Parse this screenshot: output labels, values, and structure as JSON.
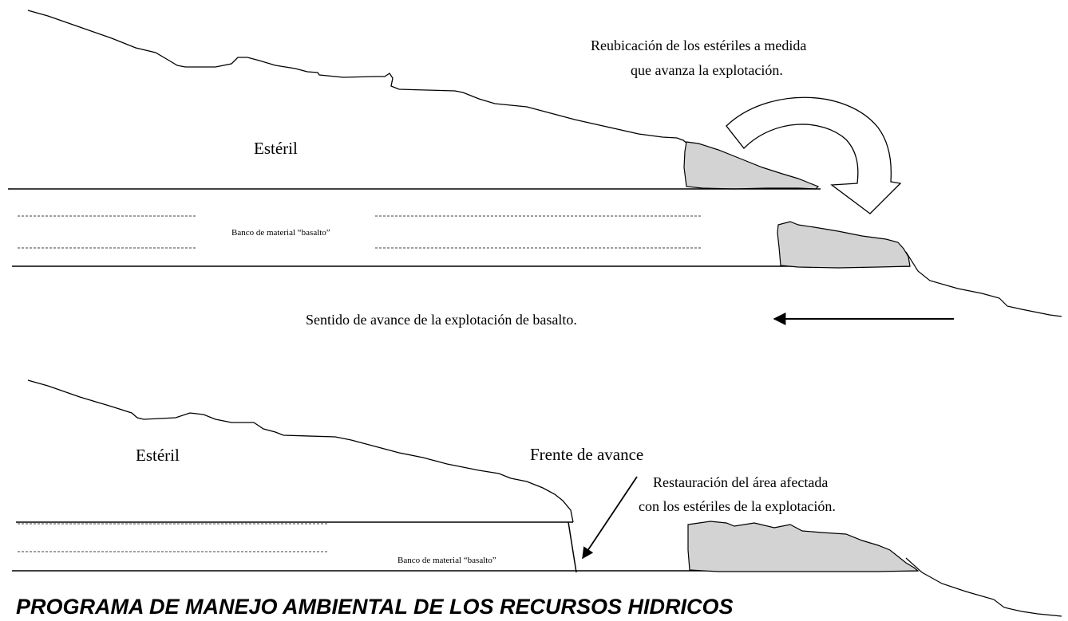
{
  "upper_section": {
    "label_esteril": "Estéril",
    "label_banco": "Banco de material “basalto”",
    "label_reubicacion_line1": "Reubicación de los estériles a medida",
    "label_reubicacion_line2": "que avanza la explotación.",
    "label_sentido": "Sentido de avance de la explotación de basalto."
  },
  "lower_section": {
    "label_esteril": "Estéril",
    "label_frente": "Frente de avance",
    "label_restauracion_line1": "Restauración del área afectada",
    "label_restauracion_line2": "con los estériles de la explotación.",
    "label_banco": "Banco de material “basalto”"
  },
  "section_heading": "PROGRAMA DE MANEJO AMBIENTAL DE LOS RECURSOS HIDRICOS",
  "colors": {
    "line": "#000000",
    "fill_gray": "#d3d3d3",
    "background": "#ffffff"
  }
}
